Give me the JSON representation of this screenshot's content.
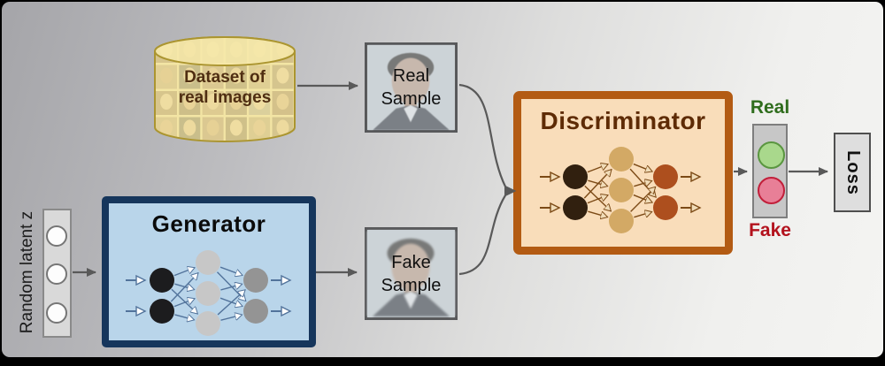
{
  "dataset": {
    "line1": "Dataset of",
    "line2": "real images"
  },
  "real_sample": {
    "line1": "Real",
    "line2": "Sample"
  },
  "fake_sample": {
    "line1": "Fake",
    "line2": "Sample"
  },
  "generator": {
    "title": "Generator"
  },
  "discriminator": {
    "title": "Discriminator"
  },
  "latent": {
    "label": "Random latent z"
  },
  "output": {
    "real_label": "Real",
    "fake_label": "Fake"
  },
  "loss": {
    "label": "Loss"
  },
  "icons": {
    "dataset": "database-cylinder",
    "real_output_node": "green-circle",
    "fake_output_node": "red-circle",
    "generator_network": "neural-network",
    "discriminator_network": "neural-network"
  },
  "colors": {
    "generator_border": "#16365c",
    "generator_fill": "#b9d5ea",
    "discriminator_border": "#b35b13",
    "discriminator_fill": "#f9ddba",
    "dataset_fill": "#f2e5a8",
    "dataset_border": "#ab9530",
    "real_label_green": "#2f6d1d",
    "fake_label_red": "#b3121d",
    "real_node_fill": "#a9d88c",
    "fake_node_fill": "#e87f97",
    "arrow_gray": "#595959"
  }
}
